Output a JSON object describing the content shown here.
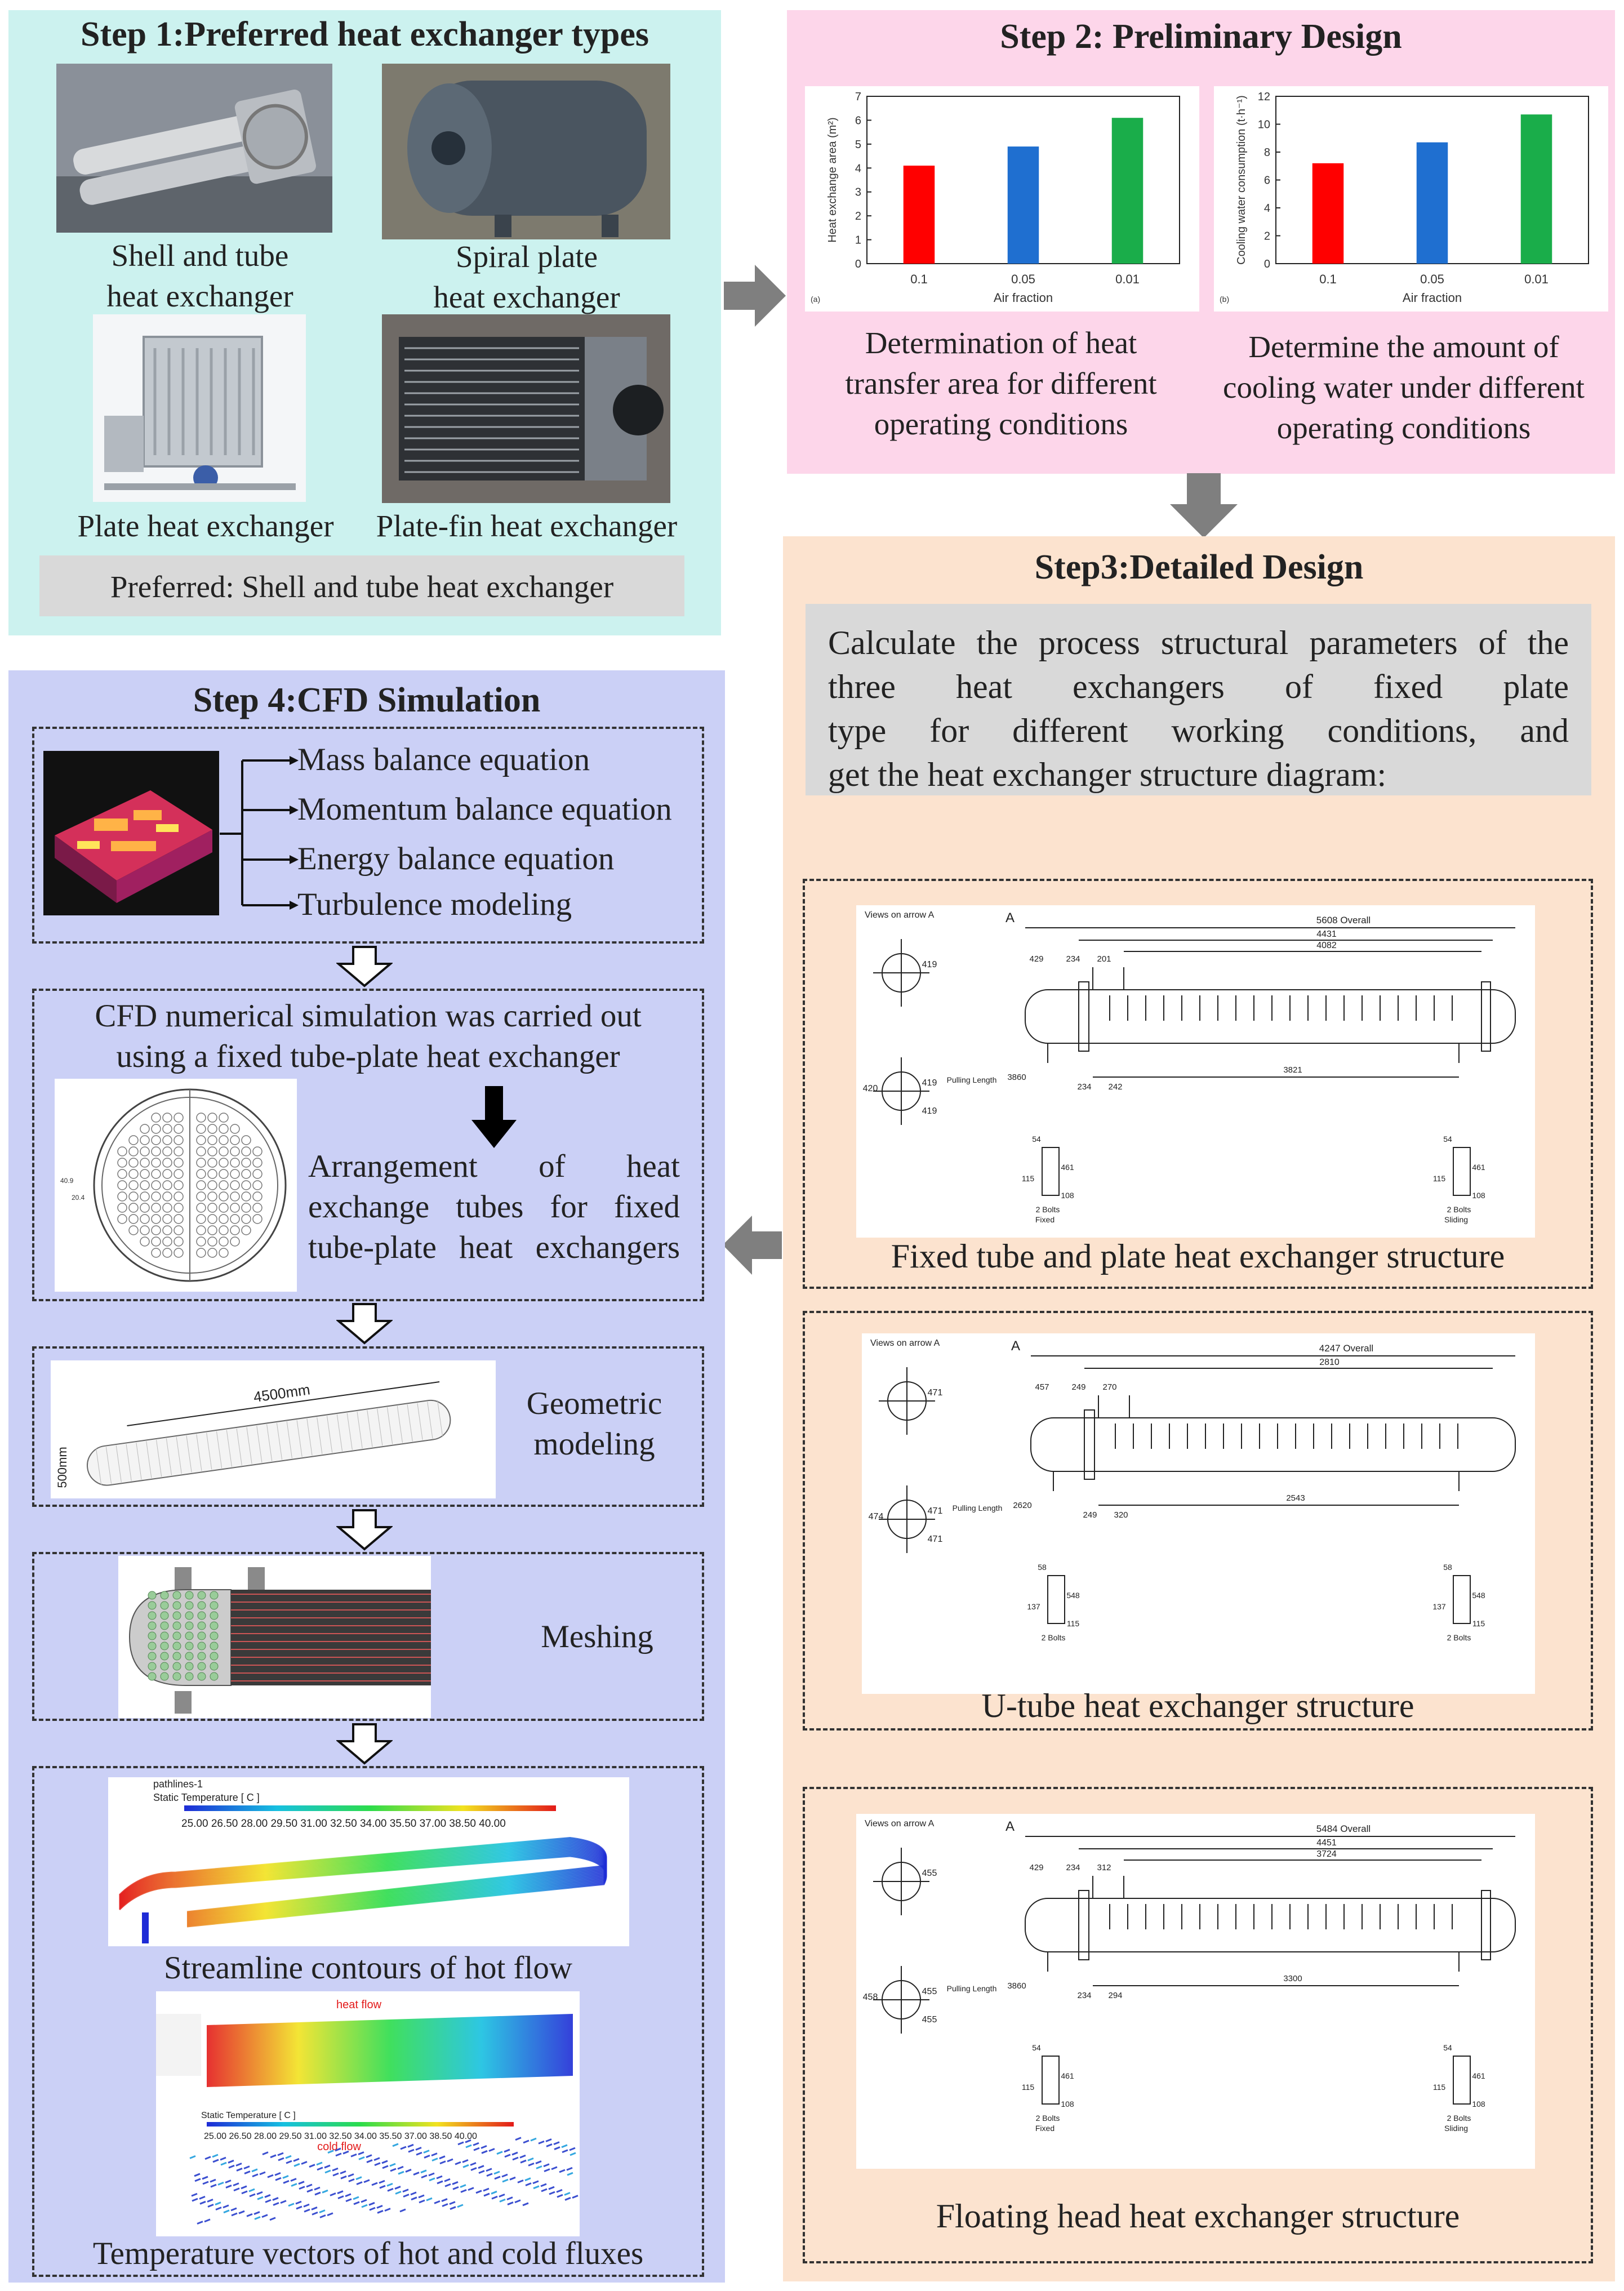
{
  "step1": {
    "title": "Step 1:Preferred heat exchanger types",
    "items": [
      {
        "label_line1": "Shell and tube",
        "label_line2": "heat exchanger"
      },
      {
        "label_line1": "Spiral plate",
        "label_line2": "heat exchanger"
      },
      {
        "label_line1": "Plate heat exchanger",
        "label_line2": ""
      },
      {
        "label_line1": "Plate-fin heat exchanger",
        "label_line2": ""
      }
    ],
    "preferred": "Preferred: Shell and tube heat exchanger"
  },
  "step2": {
    "title": "Step 2: Preliminary Design",
    "caption_a": [
      "Determination of heat",
      "transfer area for different",
      "operating conditions"
    ],
    "caption_b": [
      "Determine the amount of",
      "cooling water under different",
      "operating conditions"
    ]
  },
  "chart_data": [
    {
      "type": "bar",
      "panel_label": "(a)",
      "categories": [
        "0.1",
        "0.05",
        "0.01"
      ],
      "values": [
        4.1,
        4.9,
        6.1
      ],
      "colors": [
        "#ff0000",
        "#1f6fd0",
        "#1aad4a"
      ],
      "xlabel": "Air fraction",
      "ylabel": "Heat exchange area (m²)",
      "ylim": [
        0,
        7
      ],
      "yticks": [
        "0",
        "1",
        "2",
        "3",
        "4",
        "5",
        "6",
        "7"
      ]
    },
    {
      "type": "bar",
      "panel_label": "(b)",
      "categories": [
        "0.1",
        "0.05",
        "0.01"
      ],
      "values": [
        7.2,
        8.7,
        10.7
      ],
      "colors": [
        "#ff0000",
        "#1f6fd0",
        "#1aad4a"
      ],
      "xlabel": "Air fraction",
      "ylabel": "Cooling water consumption (t·h⁻¹)",
      "ylim": [
        0,
        12
      ],
      "yticks": [
        "0",
        "2",
        "4",
        "6",
        "8",
        "10",
        "12"
      ]
    }
  ],
  "step3": {
    "title": "Step3:Detailed Design",
    "text": [
      "Calculate the process structural parameters of the",
      "three heat exchangers of fixed plate",
      "type for different working conditions, and",
      "get the heat exchanger structure diagram:"
    ],
    "drawings": [
      {
        "caption": "Fixed tube and plate heat exchanger structure",
        "views": "Views on arrow A",
        "overall": "5608  Overall",
        "dims_top": [
          "4431",
          "4082",
          "429",
          "234",
          "201"
        ],
        "dims_bottom": [
          "234",
          "242",
          "3821",
          "3860"
        ],
        "pulling": "Pulling Length",
        "side_dims": [
          "419",
          "419",
          "419",
          "420"
        ],
        "support_left": [
          "54",
          "461",
          "115",
          "108",
          "2  Bolts",
          "Fixed"
        ],
        "support_right": [
          "54",
          "461",
          "115",
          "108",
          "2  Bolts",
          "Sliding"
        ]
      },
      {
        "caption": "U-tube heat exchanger structure",
        "views": "Views on arrow A",
        "overall": "4247  Overall",
        "dims_top": [
          "2810",
          "457",
          "249",
          "270"
        ],
        "dims_bottom": [
          "249",
          "320",
          "2543",
          "2620"
        ],
        "pulling": "Pulling Length",
        "side_dims": [
          "471",
          "471",
          "471",
          "474"
        ],
        "support_left": [
          "58",
          "548",
          "137",
          "115",
          "2  Bolts",
          ""
        ],
        "support_right": [
          "58",
          "548",
          "137",
          "115",
          "2  Bolts",
          ""
        ]
      },
      {
        "caption": "Floating head heat exchanger structure",
        "views": "Views on arrow A",
        "overall": "5484  Overall",
        "dims_top": [
          "4451",
          "3724",
          "429",
          "234",
          "312"
        ],
        "dims_bottom": [
          "234",
          "294",
          "3300",
          "3860"
        ],
        "pulling": "Pulling Length",
        "side_dims": [
          "455",
          "455",
          "455",
          "458"
        ],
        "support_left": [
          "54",
          "461",
          "115",
          "108",
          "2  Bolts",
          "Fixed"
        ],
        "support_right": [
          "54",
          "461",
          "115",
          "108",
          "2  Bolts",
          "Sliding"
        ]
      }
    ]
  },
  "step4": {
    "title": "Step 4:CFD Simulation",
    "equations": [
      "Mass balance equation",
      "Momentum balance equation",
      "Energy balance equation",
      "Turbulence modeling"
    ],
    "cfd_text": [
      "CFD numerical simulation was carried out",
      "using a fixed tube-plate heat exchanger"
    ],
    "arrangement": [
      "Arrangement of heat",
      "exchange tubes for fixed",
      "tube-plate heat exchangers"
    ],
    "tube_dims": [
      "40.9",
      "20.4"
    ],
    "geometric": [
      "Geometric",
      "modeling"
    ],
    "geo_dims": [
      "4500mm",
      "500mm"
    ],
    "meshing": "Meshing",
    "stream": {
      "name": "pathlines-1",
      "scale_title": "Static Temperature [ C ]",
      "scale_values": "25.00 26.50 28.00 29.50 31.00 32.50 34.00 35.50 37.00 38.50 40.00",
      "caption": "Streamline contours of hot flow"
    },
    "vectors": {
      "heat_label": "heat flow",
      "cold_label": "cold flow",
      "scale_title": "Static Temperature [ C ]",
      "scale_values": "25.00 26.50 28.00 29.50 31.00 32.50 34.00 35.50 37.00 38.50 40.00",
      "caption": "Temperature vectors of hot and cold fluxes"
    }
  }
}
